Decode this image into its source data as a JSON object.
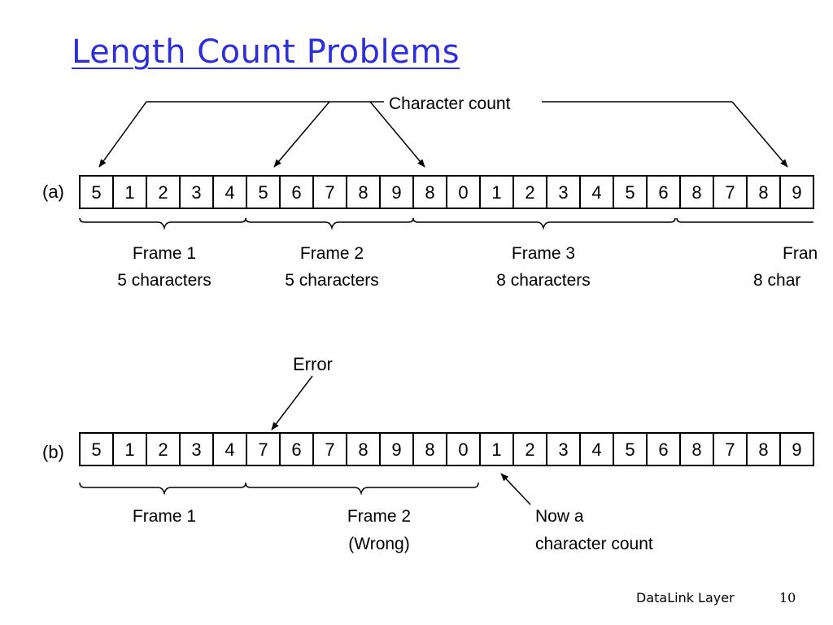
{
  "title": "Length Count Problems",
  "footer": {
    "section": "DataLink Layer",
    "page": "10"
  },
  "diagram": {
    "row_a": {
      "label": "(a)",
      "cells": [
        "5",
        "1",
        "2",
        "3",
        "4",
        "5",
        "6",
        "7",
        "8",
        "9",
        "8",
        "0",
        "1",
        "2",
        "3",
        "4",
        "5",
        "6",
        "8",
        "7",
        "8",
        "9"
      ],
      "top_label": "Character count",
      "frames": [
        {
          "name": "Frame 1",
          "detail": "5 characters"
        },
        {
          "name": "Frame 2",
          "detail": "5 characters"
        },
        {
          "name": "Frame 3",
          "detail": "8 characters"
        },
        {
          "name": "Fran",
          "detail": "8 char"
        }
      ]
    },
    "row_b": {
      "label": "(b)",
      "cells": [
        "5",
        "1",
        "2",
        "3",
        "4",
        "7",
        "6",
        "7",
        "8",
        "9",
        "8",
        "0",
        "1",
        "2",
        "3",
        "4",
        "5",
        "6",
        "8",
        "7",
        "8",
        "9"
      ],
      "error_label": "Error",
      "frames": [
        {
          "name": "Frame 1",
          "detail": ""
        },
        {
          "name": "Frame 2",
          "detail": "(Wrong)"
        }
      ],
      "note_line1": "Now a",
      "note_line2": "character count"
    }
  }
}
